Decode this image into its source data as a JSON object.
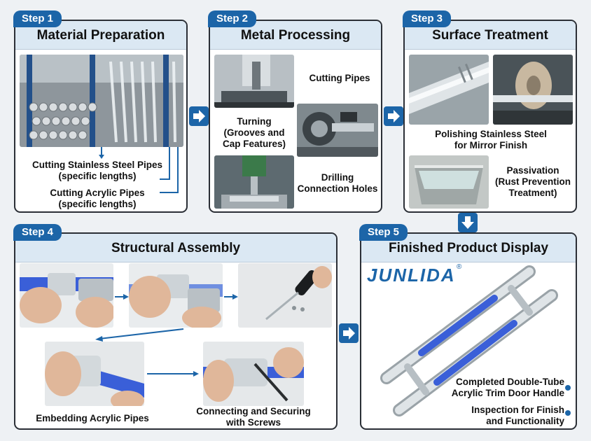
{
  "steps": [
    {
      "tag": "Step 1",
      "title": "Material Preparation",
      "labels": {
        "steel": "Cutting Stainless Steel Pipes\n(specific lengths)",
        "acrylic": "Cutting Acrylic Pipes\n(specific lengths)"
      }
    },
    {
      "tag": "Step 2",
      "title": "Metal Processing",
      "labels": {
        "cutting": "Cutting Pipes",
        "turning": "Turning\n(Grooves and\nCap Features)",
        "drilling": "Drilling\nConnection Holes"
      }
    },
    {
      "tag": "Step 3",
      "title": "Surface Treatment",
      "labels": {
        "polishing": "Polishing Stainless Steel\nfor Mirror Finish",
        "passivation": "Passivation\n(Rust Prevention\nTreatment)"
      }
    },
    {
      "tag": "Step 4",
      "title": "Structural Assembly",
      "labels": {
        "embedding": "Embedding Acrylic Pipes",
        "screws": "Connecting and Securing\nwith Screws"
      }
    },
    {
      "tag": "Step 5",
      "title": "Finished Product Display",
      "labels": {
        "logo": "JUNLIDA",
        "registered": "®",
        "completed": "Completed Double-Tube\nAcrylic Trim Door Handle",
        "inspection": "Inspection for Finish\nand Functionality"
      }
    }
  ],
  "colors": {
    "accent": "#1c65a8",
    "header": "#dbe8f3",
    "border": "#2b2f36",
    "acrylic_blue": "#3a5fd8"
  },
  "icons": [
    "arrow-right-icon",
    "arrow-down-icon",
    "bullet-dot-icon"
  ]
}
